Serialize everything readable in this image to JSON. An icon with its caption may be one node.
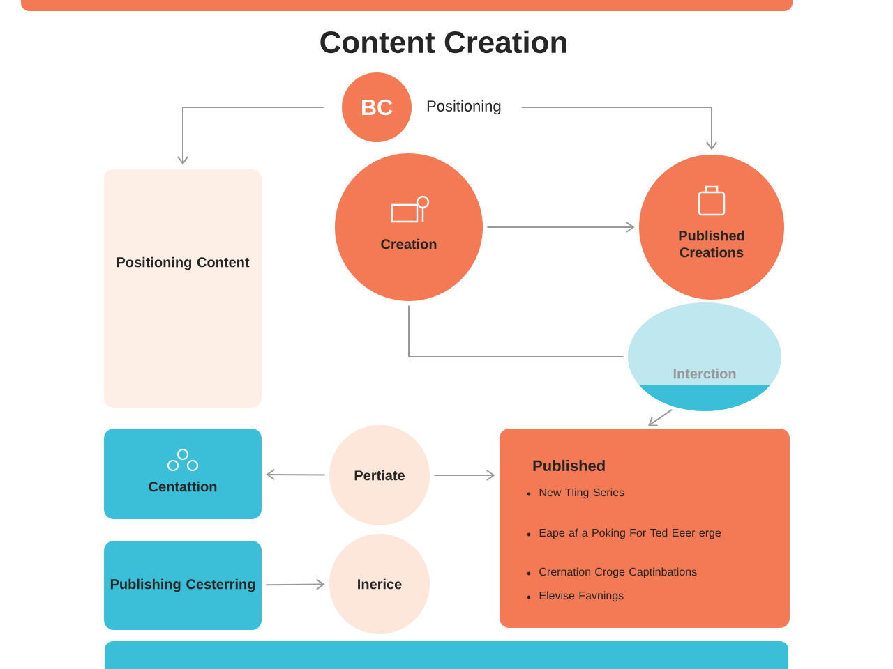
{
  "diagram": {
    "title": "Content Creation",
    "nodes": [
      {
        "text": [
          "BC"
        ],
        "beside": [
          "Positioning"
        ]
      },
      {
        "text": [
          "Positioning Content"
        ]
      },
      {
        "text": [
          "Creation"
        ]
      },
      {
        "text": [
          "Published Creations"
        ]
      },
      {
        "text": [
          "Interction"
        ]
      },
      {
        "text": [
          "Centattion"
        ]
      },
      {
        "text": [
          "Pertiate"
        ]
      },
      {
        "text": [
          "Published",
          "New Tling Series",
          "Eape af a Poking For Ted Eeer erge",
          "Crernation Croge Captinbations",
          "Elevise Favnings"
        ]
      },
      {
        "text": [
          "Publishing Cesterring"
        ]
      },
      {
        "text": [
          "Inerice"
        ]
      }
    ],
    "edges": [
      {
        "from": 0,
        "to": 1,
        "arrow": "to"
      },
      {
        "from": 0,
        "to": 3,
        "arrow": "to"
      },
      {
        "from": 2,
        "to": 3,
        "arrow": "to"
      },
      {
        "from": 2,
        "to": 4,
        "arrow": "none"
      },
      {
        "from": 4,
        "to": 7,
        "arrow": "to"
      },
      {
        "from": 6,
        "to": 5,
        "arrow": "to"
      },
      {
        "from": 6,
        "to": 7,
        "arrow": "to"
      },
      {
        "from": 8,
        "to": 9,
        "arrow": "to"
      }
    ]
  }
}
